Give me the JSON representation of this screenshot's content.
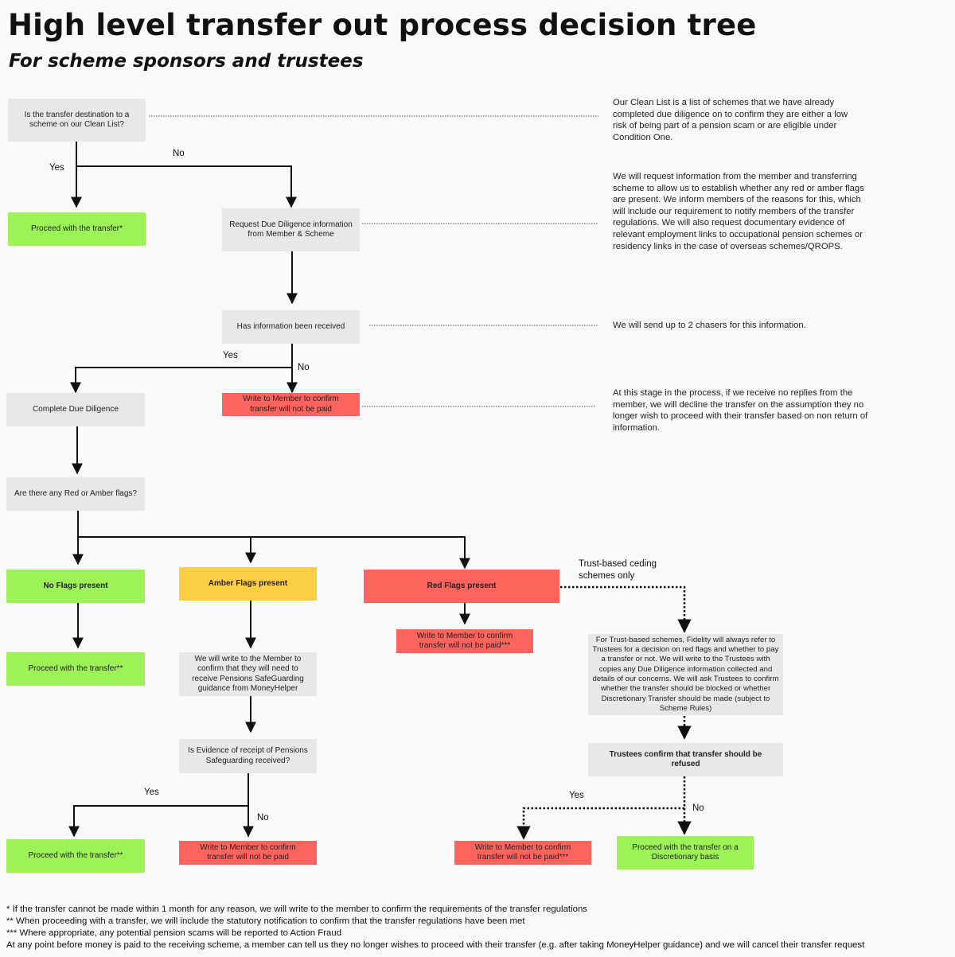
{
  "title": "High level transfer out process decision tree",
  "subtitle": "For scheme sponsors and trustees",
  "nodes": {
    "clean_list_q": "Is the transfer destination to a scheme on our Clean List?",
    "proceed_1": "Proceed with the transfer*",
    "request_dd": "Request Due Diligence information from Member & Scheme",
    "info_received_q": "Has information been received",
    "write_not_paid_1": "Write to Member to confirm transfer will not be paid",
    "complete_dd": "Complete Due Diligence",
    "flags_q": "Are there any Red or Amber flags?",
    "no_flags": "No Flags present",
    "amber_flags": "Amber Flags present",
    "red_flags": "Red Flags present",
    "red_write_not_paid": "Write to Member to confirm transfer will not be paid***",
    "proceed_2": "Proceed with the transfer**",
    "amber_write": "We will write to the Member to confirm that they will need to receive Pensions SafeGuarding guidance from MoneyHelper",
    "evidence_q": "Is Evidence of receipt of Pensions Safeguarding received?",
    "proceed_3": "Proceed with the transfer**",
    "write_not_paid_2": "Write to Member to confirm transfer will not be paid",
    "trust_refer": "For Trust-based schemes, Fidelity will always refer to Trustees for a decision on red flags and whether to pay a transfer or not. We will write to the Trustees with copies any Due Diligence information collected and details of our concerns. We will ask Trustees to confirm whether the transfer should be blocked or whether Discretionary Transfer should be made (subject to Scheme Rules)",
    "trustees_refuse": "Trustees confirm that transfer should be refused",
    "write_not_paid_3": "Write to Member to confirm transfer will not be paid***",
    "proceed_discretionary": "Proceed with the transfer on a Discretionary basis"
  },
  "labels": {
    "yes_1": "Yes",
    "no_1": "No",
    "yes_2": "Yes",
    "no_2": "No",
    "yes_3": "Yes",
    "no_3": "No",
    "yes_4": "Yes",
    "no_4": "No",
    "trust_only": "Trust-based ceding schemes only"
  },
  "notes": {
    "clean_list": "Our Clean List is a list of schemes that we have already completed due diligence on to confirm they are either a low risk of being part of a pension scam or are eligible under Condition One.",
    "request_info": "We will request information from the member and transferring scheme to allow us to establish whether any red or amber flags are present. We inform members of the reasons for this, which will include our requirement to notify members of the transfer regulations. We will also request documentary evidence of relevant employment links to occupational pension schemes or residency links in the case of overseas schemes/QROPS.",
    "chasers": "We will send up to 2 chasers for this information.",
    "no_reply": "At this stage in the process, if we receive no replies from the member, we will decline the transfer on the assumption they no longer wish to proceed with their transfer based on non return of information."
  },
  "footnotes": [
    "* If the transfer cannot be made within 1 month for any reason, we will write to the member to confirm the requirements of the transfer regulations",
    "** When proceeding with a transfer, we will include the statutory notification to confirm that the transfer regulations have been met",
    "*** Where appropriate, any potential pension scams will be reported to Action Fraud",
    "At any point before money is paid to the receiving scheme, a member can tell us they no longer wishes to proceed with their transfer (e.g. after taking MoneyHelper guidance) and we will cancel their transfer request"
  ],
  "colors": {
    "grey": "#e8e8e8",
    "green": "#9cf257",
    "amber": "#fdcd44",
    "red": "#fd645d",
    "line": "#111111"
  }
}
